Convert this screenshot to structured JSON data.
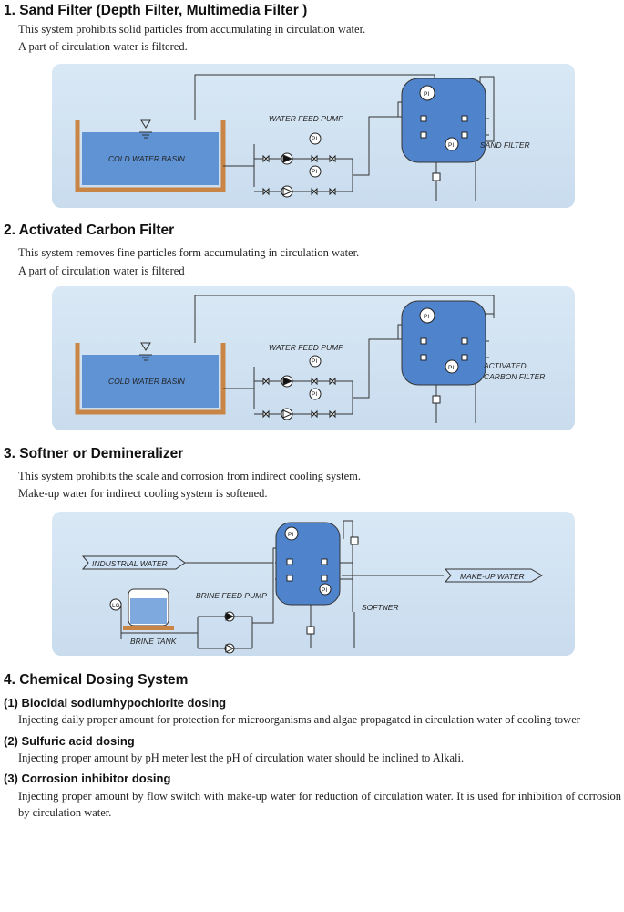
{
  "sections": [
    {
      "title": "1. Sand Filter (Depth Filter, Multimedia Filter )",
      "lines": [
        "This system prohibits solid particles from accumulating in circulation water.",
        "A part of circulation water is filtered."
      ],
      "diagram": {
        "basin_label": "COLD WATER BASIN",
        "pump_label": "WATER FEED PUMP",
        "filter_label": "SAND FILTER",
        "pi": "PI"
      }
    },
    {
      "title": "2. Activated Carbon Filter",
      "lines": [
        "This system removes fine particles form accumulating in circulation water.",
        "A part of circulation water is filtered"
      ],
      "diagram": {
        "basin_label": "COLD WATER BASIN",
        "pump_label": "WATER FEED PUMP",
        "filter_label_1": "ACTIVATED",
        "filter_label_2": "CARBON FILTER",
        "pi": "PI"
      }
    },
    {
      "title": "3. Softner or Demineralizer",
      "lines": [
        "This system prohibits the scale and corrosion from indirect cooling system.",
        "Make-up water for indirect cooling system is softened."
      ],
      "diagram": {
        "industrial_water": "INDUSTRIAL WATER",
        "makeup_water": "MAKE-UP WATER",
        "brine_pump": "BRINE FEED PUMP",
        "brine_tank": "BRINE TANK",
        "softner": "SOFTNER",
        "pi": "PI",
        "lg": "LG"
      }
    },
    {
      "title": "4. Chemical Dosing System",
      "items": [
        {
          "heading": "(1) Biocidal sodiumhypochlorite dosing",
          "text": "Injecting daily proper amount for protection for microorganisms and algae propagated in circulation water of cooling tower"
        },
        {
          "heading": "(2) Sulfuric acid dosing",
          "text": "Injecting proper amount by pH meter lest the pH of circulation water should be inclined to Alkali."
        },
        {
          "heading": "(3) Corrosion inhibitor dosing",
          "text": "Injecting proper amount by flow switch with make-up water for reduction of circulation water. It is used for inhibition of corrosion by circulation water."
        }
      ]
    }
  ],
  "colors": {
    "panel": "#cfe0f1",
    "water": "#5b8fd1",
    "tank": "#4f84cc",
    "basin_wall": "#d28b4a"
  }
}
